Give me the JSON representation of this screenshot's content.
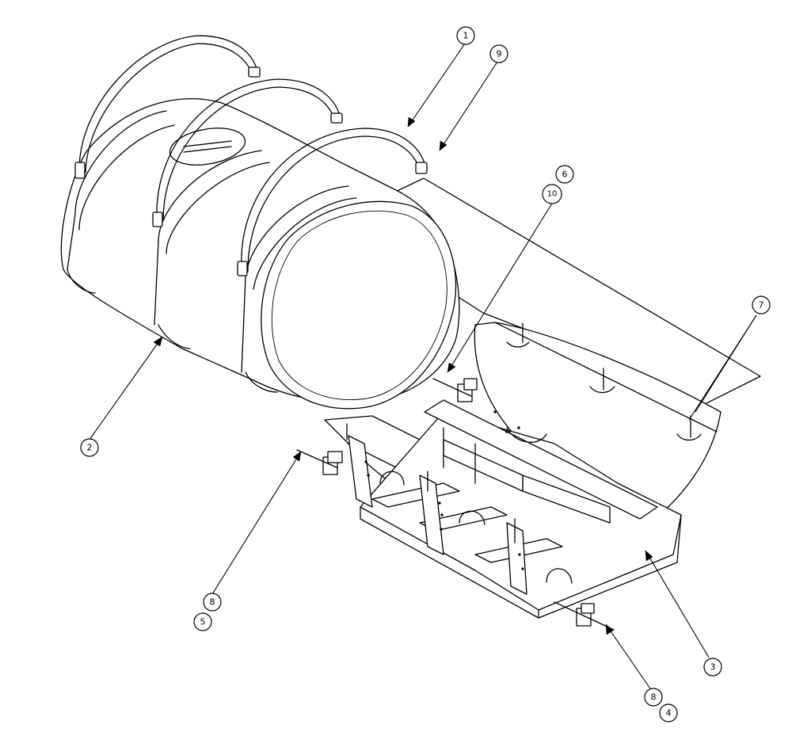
{
  "callouts": [
    {
      "id": "c1",
      "number": "1"
    },
    {
      "id": "c2",
      "number": "2"
    },
    {
      "id": "c3",
      "number": "3"
    },
    {
      "id": "c4",
      "number": "4"
    },
    {
      "id": "c5",
      "number": "5"
    },
    {
      "id": "c6",
      "number": "6"
    },
    {
      "id": "c7",
      "number": "7"
    },
    {
      "id": "c8a",
      "number": "8"
    },
    {
      "id": "c8b",
      "number": "8"
    },
    {
      "id": "c9",
      "number": "9"
    },
    {
      "id": "c10",
      "number": "10"
    }
  ]
}
